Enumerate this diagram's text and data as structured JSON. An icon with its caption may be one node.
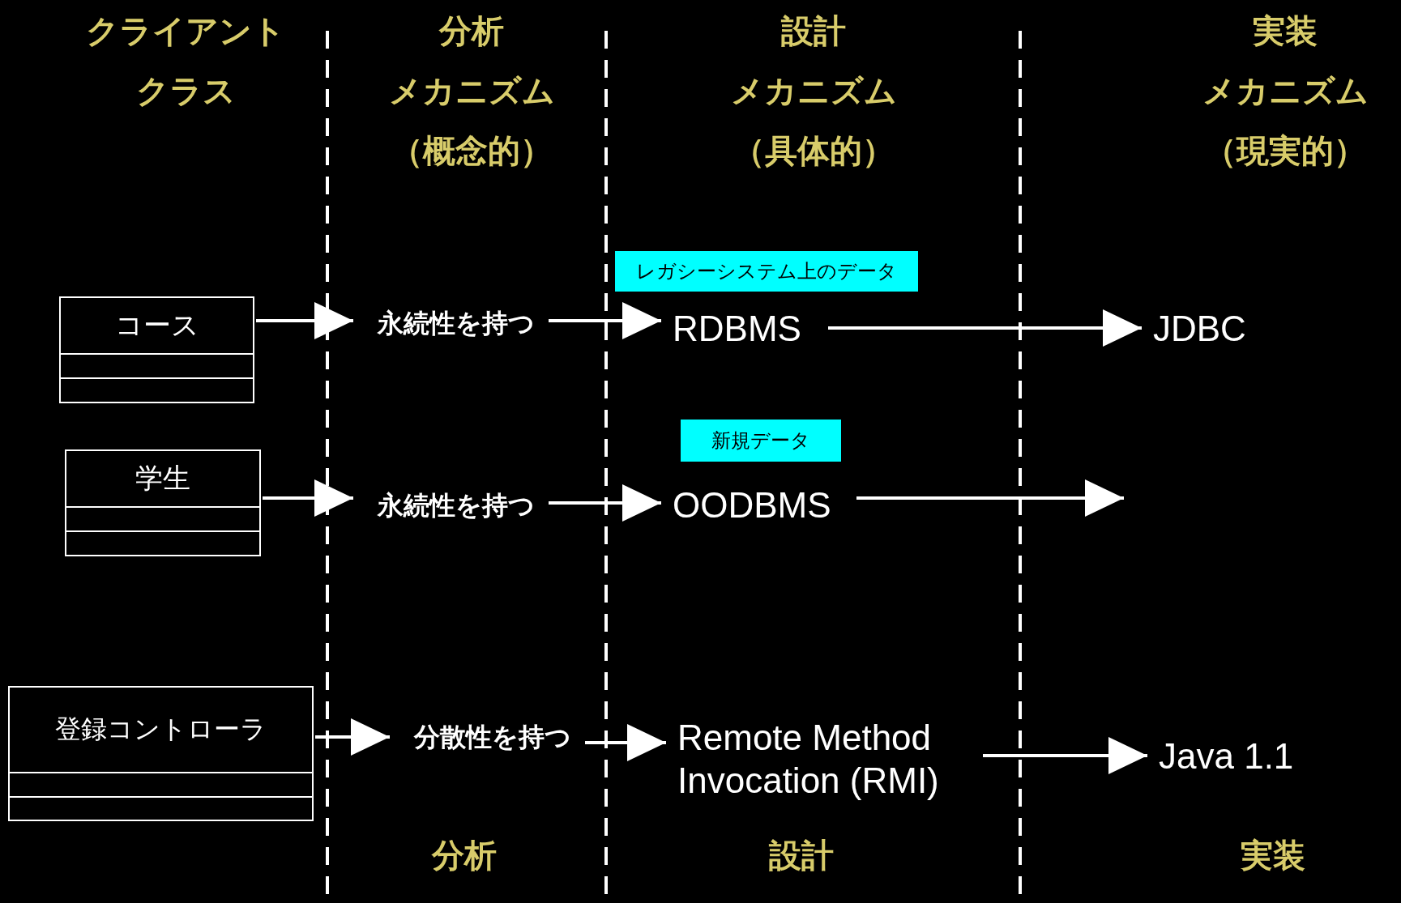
{
  "diagram": {
    "nodes": [
      {
        "text": [
          "コース"
        ]
      },
      {
        "text": [
          "永続性を持つ"
        ]
      },
      {
        "text": [
          "レガシーシステム上のデータ"
        ]
      },
      {
        "text": [
          "RDBMS"
        ]
      },
      {
        "text": [
          "JDBC"
        ]
      },
      {
        "text": [
          "学生"
        ]
      },
      {
        "text": [
          "永続性を持つ"
        ]
      },
      {
        "text": [
          "新規データ"
        ]
      },
      {
        "text": [
          "OODBMS"
        ]
      },
      {
        "text": [
          "登録コントローラ"
        ]
      },
      {
        "text": [
          "分散性を持つ"
        ]
      },
      {
        "text": [
          "Remote Method Invocation (RMI)"
        ]
      },
      {
        "text": [
          "Java 1.1"
        ]
      }
    ],
    "edges": [
      {
        "from": 0,
        "to": 1,
        "arrow": "to"
      },
      {
        "from": 1,
        "to": 3,
        "arrow": "to"
      },
      {
        "from": 3,
        "to": 4,
        "arrow": "to"
      },
      {
        "from": 5,
        "to": 6,
        "arrow": "to"
      },
      {
        "from": 6,
        "to": 8,
        "arrow": "to"
      },
      {
        "from": 8,
        "to": null,
        "arrow": "to"
      },
      {
        "from": 9,
        "to": 10,
        "arrow": "to"
      },
      {
        "from": 10,
        "to": 11,
        "arrow": "to"
      },
      {
        "from": 11,
        "to": 12,
        "arrow": "to"
      }
    ],
    "labels": [
      "クライアント",
      "クラス",
      "分析",
      "メカニズム",
      "（概念的）",
      "設計",
      "メカニズム",
      "（具体的）",
      "実装",
      "メカニズム",
      "（現実的）",
      "分析",
      "設計",
      "実装"
    ]
  }
}
